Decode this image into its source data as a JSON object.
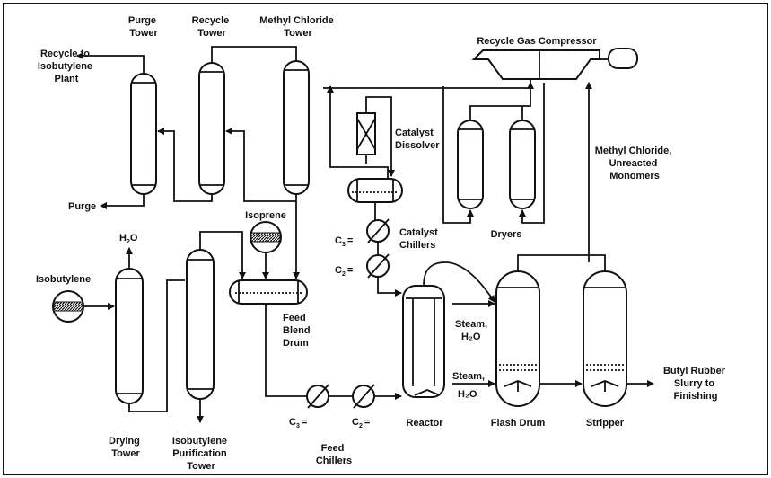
{
  "labels": {
    "recycle_isobutylene": [
      "Recycle to",
      "Isobutylene",
      "Plant"
    ],
    "purge_tower": [
      "Purge",
      "Tower"
    ],
    "recycle_tower": [
      "Recycle",
      "Tower"
    ],
    "methyl_chloride_tower": [
      "Methyl Chloride",
      "Tower"
    ],
    "recycle_gas_compressor": "Recycle Gas Compressor",
    "catalyst_dissolver": [
      "Catalyst",
      "Dissolver"
    ],
    "methyl_chloride_unreacted": [
      "Methyl Chloride,",
      "Unreacted",
      "Monomers"
    ],
    "purge": "Purge",
    "isoprene": "Isoprene",
    "catalyst_chillers": [
      "Catalyst",
      "Chillers"
    ],
    "dryers": "Dryers",
    "c3": "C",
    "c3_sub": "3",
    "c2": "C",
    "c2_sub": "2",
    "eq": "=",
    "h2o_top": "H",
    "h2o_sub": "2",
    "h2o_end": "O",
    "isobutylene": "Isobutylene",
    "feed_blend_drum": [
      "Feed",
      "Blend",
      "Drum"
    ],
    "steam1": [
      "Steam,",
      "H₂O"
    ],
    "steam2": [
      "Steam,",
      "H₂O"
    ],
    "butyl_rubber": [
      "Butyl Rubber",
      "Slurry to",
      "Finishing"
    ],
    "drying_tower": [
      "Drying",
      "Tower"
    ],
    "isobutylene_purification": [
      "Isobutylene",
      "Purification",
      "Tower"
    ],
    "feed_chillers": [
      "Feed",
      "Chillers"
    ],
    "reactor": "Reactor",
    "flash_drum": "Flash Drum",
    "stripper": "Stripper"
  }
}
